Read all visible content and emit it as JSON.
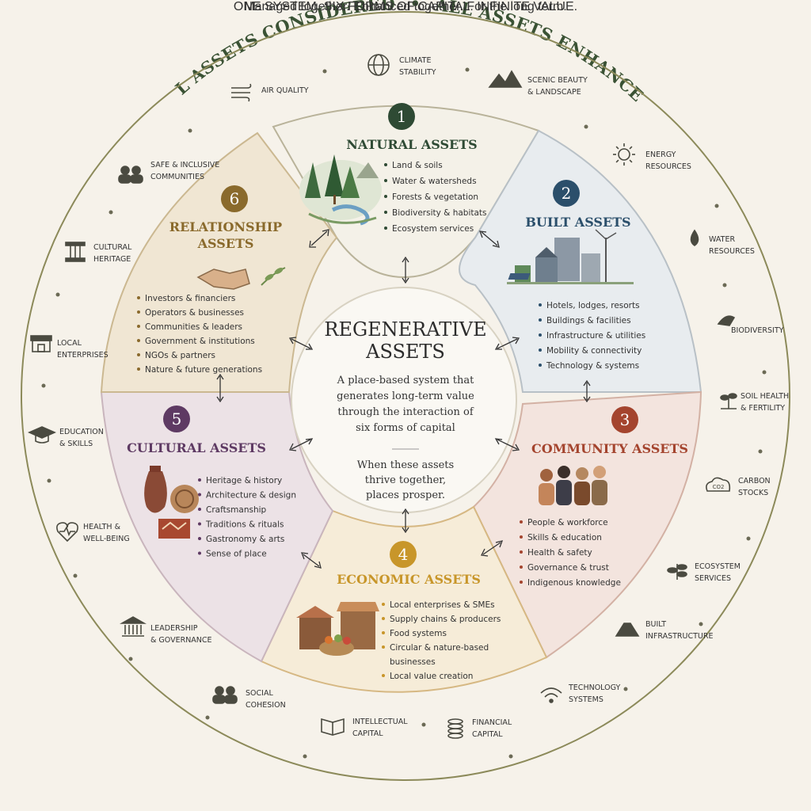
{
  "banner": {
    "left": "ALL ASSETS CONSIDERED",
    "sep": "•",
    "right": "ALL ASSETS ENHANCED"
  },
  "center": {
    "title_line1": "REGENERATIVE",
    "title_line2": "ASSETS",
    "desc": [
      "A place-based system that",
      "generates long-term value",
      "through the interaction of",
      "six forms of capital"
    ],
    "tagline": [
      "When these assets",
      "thrive together,",
      "places prosper."
    ]
  },
  "segments": [
    {
      "number": "1",
      "title": [
        "NATURAL ASSETS"
      ],
      "color": "#2e4a34",
      "items": [
        "Land & soils",
        "Water & watersheds",
        "Forests & vegetation",
        "Biodiversity & habitats",
        "Ecosystem services"
      ]
    },
    {
      "number": "2",
      "title": [
        "BUILT ASSETS"
      ],
      "color": "#2b4f6b",
      "items": [
        "Hotels, lodges, resorts",
        "Buildings & facilities",
        "Infrastructure & utilities",
        "Mobility & connectivity",
        "Technology & systems"
      ]
    },
    {
      "number": "3",
      "title": [
        "COMMUNITY ASSETS"
      ],
      "color": "#a4442e",
      "items": [
        "People & workforce",
        "Skills & education",
        "Health & safety",
        "Governance & trust",
        "Indigenous knowledge"
      ]
    },
    {
      "number": "4",
      "title": [
        "ECONOMIC ASSETS"
      ],
      "color": "#c8962a",
      "items": [
        "Local enterprises & SMEs",
        "Supply chains & producers",
        "Food systems",
        "Circular & nature-based",
        "businesses",
        "Local value creation"
      ]
    },
    {
      "number": "5",
      "title": [
        "CULTURAL ASSETS"
      ],
      "color": "#5e3a63",
      "items": [
        "Heritage & history",
        "Architecture & design",
        "Craftsmanship",
        "Traditions & rituals",
        "Gastronomy & arts",
        "Sense of place"
      ]
    },
    {
      "number": "6",
      "title": [
        "RELATIONSHIP",
        "ASSETS"
      ],
      "color": "#8a6a2c",
      "items": [
        "Investors & financiers",
        "Operators & businesses",
        "Communities & leaders",
        "Government & institutions",
        "NGOs & partners",
        "Nature & future generations"
      ]
    }
  ],
  "outer_labels": [
    {
      "icon": "globe-icon",
      "lines": [
        "CLIMATE",
        "STABILITY"
      ]
    },
    {
      "icon": "mountain-icon",
      "lines": [
        "SCENIC BEAUTY",
        "& LANDSCAPE"
      ]
    },
    {
      "icon": "sun-icon",
      "lines": [
        "ENERGY",
        "RESOURCES"
      ]
    },
    {
      "icon": "water-drop-icon",
      "lines": [
        "WATER",
        "RESOURCES"
      ]
    },
    {
      "icon": "bird-icon",
      "lines": [
        "BIODIVERSITY"
      ]
    },
    {
      "icon": "sprout-icon",
      "lines": [
        "SOIL HEALTH",
        "& FERTILITY"
      ]
    },
    {
      "icon": "co2-cloud-icon",
      "lines": [
        "CARBON",
        "STOCKS"
      ],
      "glyph": "CO2"
    },
    {
      "icon": "leaves-icon",
      "lines": [
        "ECOSYSTEM",
        "SERVICES"
      ]
    },
    {
      "icon": "road-icon",
      "lines": [
        "BUILT",
        "INFRASTRUCTURE"
      ]
    },
    {
      "icon": "wifi-icon",
      "lines": [
        "TECHNOLOGY",
        "SYSTEMS"
      ]
    },
    {
      "icon": "coins-icon",
      "lines": [
        "FINANCIAL",
        "CAPITAL"
      ]
    },
    {
      "icon": "book-icon",
      "lines": [
        "INTELLECTUAL",
        "CAPITAL"
      ]
    },
    {
      "icon": "people-icon",
      "lines": [
        "SOCIAL",
        "COHESION"
      ]
    },
    {
      "icon": "institution-icon",
      "lines": [
        "LEADERSHIP",
        "& GOVERNANCE"
      ]
    },
    {
      "icon": "heartbeat-icon",
      "lines": [
        "HEALTH &",
        "WELL-BEING"
      ]
    },
    {
      "icon": "graduation-cap-icon",
      "lines": [
        "EDUCATION",
        "& SKILLS"
      ]
    },
    {
      "icon": "storefront-icon",
      "lines": [
        "LOCAL",
        "ENTERPRISES"
      ]
    },
    {
      "icon": "column-icon",
      "lines": [
        "CULTURAL",
        "HERITAGE"
      ]
    },
    {
      "icon": "community-icon",
      "lines": [
        "SAFE & INCLUSIVE",
        "COMMUNITIES"
      ]
    },
    {
      "icon": "wind-icon",
      "lines": [
        "AIR QUALITY"
      ]
    }
  ],
  "footer": {
    "tagline": "ONE SYSTEM. SIX FORMS OF CAPITAL. INFINITE VALUE.",
    "subline": "Managed together. Enhanced together. For the long term."
  },
  "colors": {
    "ring": "#8c8a5a",
    "background": "#f6f2ea",
    "natural_fill": "#f4f1e8",
    "built_fill": "#e8ecef",
    "community_fill": "#f3e4de",
    "economic_fill": "#f6ecd8",
    "cultural_fill": "#ece2e6",
    "relationship_fill": "#f0e6d3"
  }
}
